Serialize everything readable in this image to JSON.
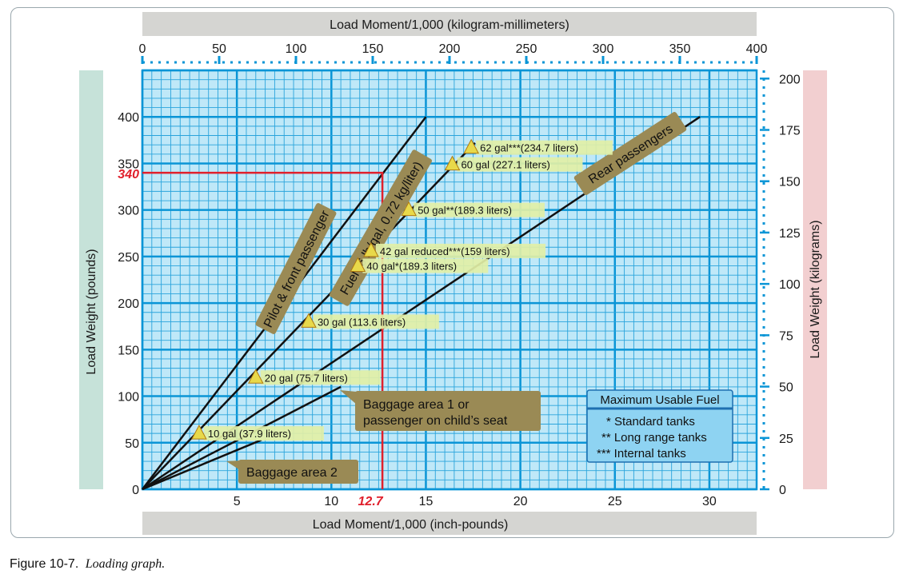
{
  "caption": {
    "number": "Figure 10-7.",
    "text": "Loading graph."
  },
  "colors": {
    "grid_bg": "#bfe8f8",
    "grid_minor": "#2aa4dc",
    "grid_major": "#0a95d6",
    "axis_blue": "#0a95d6",
    "callout": "#9a8a55",
    "marker": "#e8d94a",
    "fuel_label_bg": "#e2efa6",
    "reference_line": "#e0202c"
  },
  "chart_data": {
    "type": "line",
    "top_axis": {
      "label": "Load Moment/1,000 (kilogram-millimeters)",
      "min": 0,
      "max": 400,
      "ticks": [
        "0",
        "50",
        "100",
        "150",
        "200",
        "250",
        "300",
        "350",
        "400"
      ]
    },
    "bottom_axis": {
      "label": "Load Moment/1,000 (inch-pounds)",
      "min": 0,
      "max": 32.5,
      "ticks": [
        "5",
        "10",
        "15",
        "20",
        "25",
        "30"
      ]
    },
    "left_axis": {
      "label": "Load Weight (pounds)",
      "min": 0,
      "max": 450,
      "ticks": [
        "0",
        "50",
        "100",
        "150",
        "200",
        "250",
        "300",
        "350",
        "400"
      ]
    },
    "right_axis": {
      "label": "Load Weight (kilograms)",
      "min": 0,
      "max": 204,
      "ticks": [
        "0",
        "25",
        "50",
        "75",
        "100",
        "125",
        "150",
        "175",
        "200"
      ]
    },
    "grid": true,
    "series": [
      {
        "name": "Pilot & front passenger",
        "points": [
          [
            0,
            0
          ],
          [
            15,
            400
          ]
        ]
      },
      {
        "name": "Fuel (6 lb/gal, 0.72 kg/liter)",
        "points": [
          [
            0,
            0
          ],
          [
            17.6,
            372
          ]
        ]
      },
      {
        "name": "Rear passengers",
        "points": [
          [
            0,
            0
          ],
          [
            29.5,
            400
          ]
        ]
      },
      {
        "name": "Baggage area 1 or passenger on child’s seat",
        "points": [
          [
            0,
            0
          ],
          [
            10.5,
            110
          ]
        ]
      },
      {
        "name": "Baggage area 2",
        "points": [
          [
            0,
            0
          ],
          [
            6.3,
            53
          ]
        ]
      }
    ],
    "fuel_points": [
      {
        "label": "10 gal (37.9 liters)",
        "x": 3.0,
        "y": 60
      },
      {
        "label": "20 gal (75.7 liters)",
        "x": 6.0,
        "y": 120
      },
      {
        "label": "30 gal (113.6 liters)",
        "x": 8.8,
        "y": 180
      },
      {
        "label": "40 gal*(189.3 liters)",
        "x": 11.4,
        "y": 240
      },
      {
        "label": "42 gal reduced***(159 liters)",
        "x": 12.1,
        "y": 256
      },
      {
        "label": "50 gal**(189.3 liters)",
        "x": 14.1,
        "y": 300
      },
      {
        "label": "60 gal (227.1 liters)",
        "x": 16.4,
        "y": 349
      },
      {
        "label": "62 gal***(234.7 liters)",
        "x": 17.4,
        "y": 367
      }
    ],
    "reference": {
      "weight_label": "340",
      "moment_label": "12.7",
      "weight": 340,
      "moment": 12.7
    },
    "line_labels": [
      "Pilot & front passenger",
      "Fuel (6 lb/gal, 0.72 kg/liter)",
      "Rear passengers"
    ],
    "callouts": [
      "Baggage area 1 or\npassenger on child’s seat",
      "Baggage area 2"
    ],
    "legend_box": {
      "title": "Maximum Usable Fuel",
      "lines": [
        "* Standard tanks",
        "** Long range tanks",
        "*** Internal tanks"
      ]
    }
  }
}
